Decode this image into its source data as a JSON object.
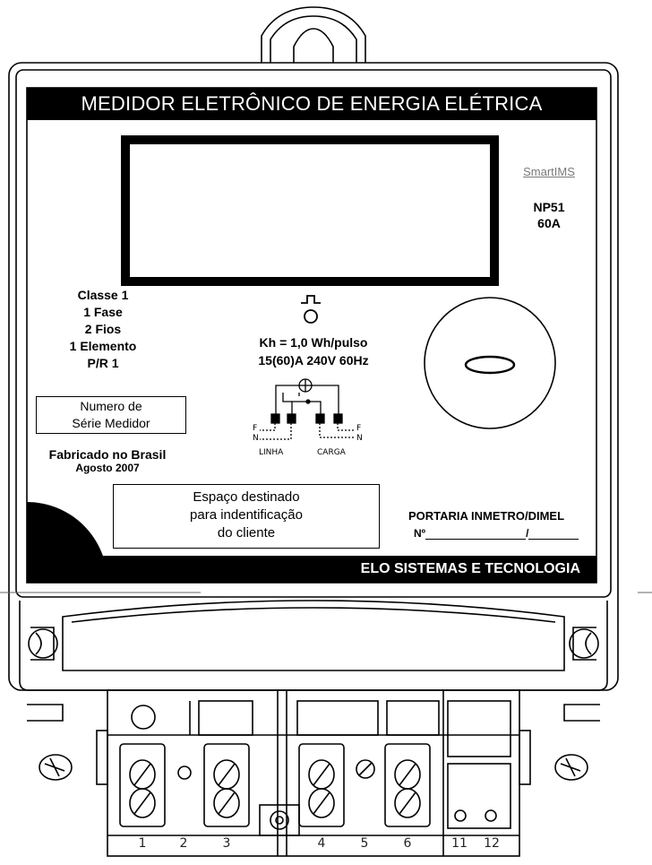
{
  "header": {
    "title": "MEDIDOR ELETRÔNICO DE ENERGIA ELÉTRICA"
  },
  "brand": {
    "name": "SmartIMS",
    "model": "NP51",
    "current_rating": "60A"
  },
  "meter_specs": {
    "classe": "Classe 1",
    "fase": "1 Fase",
    "fios": "2 Fios",
    "elemento": "1 Elemento",
    "pr": "P/R 1"
  },
  "serial": {
    "line1": "Numero de",
    "line2": "Série Medidor"
  },
  "manufacture": {
    "origin": "Fabricado no Brasil",
    "date": "Agosto 2007"
  },
  "pulse": {
    "constant": "Kh = 1,0 Wh/pulso",
    "rating": "15(60)A  240V  60Hz"
  },
  "wiring": {
    "f_left": "F",
    "n_left": "N",
    "f_right": "F",
    "n_right": "N",
    "linha": "LINHA",
    "carga": "CARGA"
  },
  "client_box": {
    "line1": "Espaço destinado",
    "line2": "para indentificação",
    "line3": "do cliente"
  },
  "portaria": {
    "label": "PORTARIA INMETRO/DIMEL",
    "number_prefix": "Nº",
    "separator": "/"
  },
  "footer": {
    "company": "ELO SISTEMAS E TECNOLOGIA"
  },
  "terminals": {
    "numbers": [
      "1",
      "2",
      "3",
      "4",
      "5",
      "6",
      "11",
      "12"
    ]
  }
}
